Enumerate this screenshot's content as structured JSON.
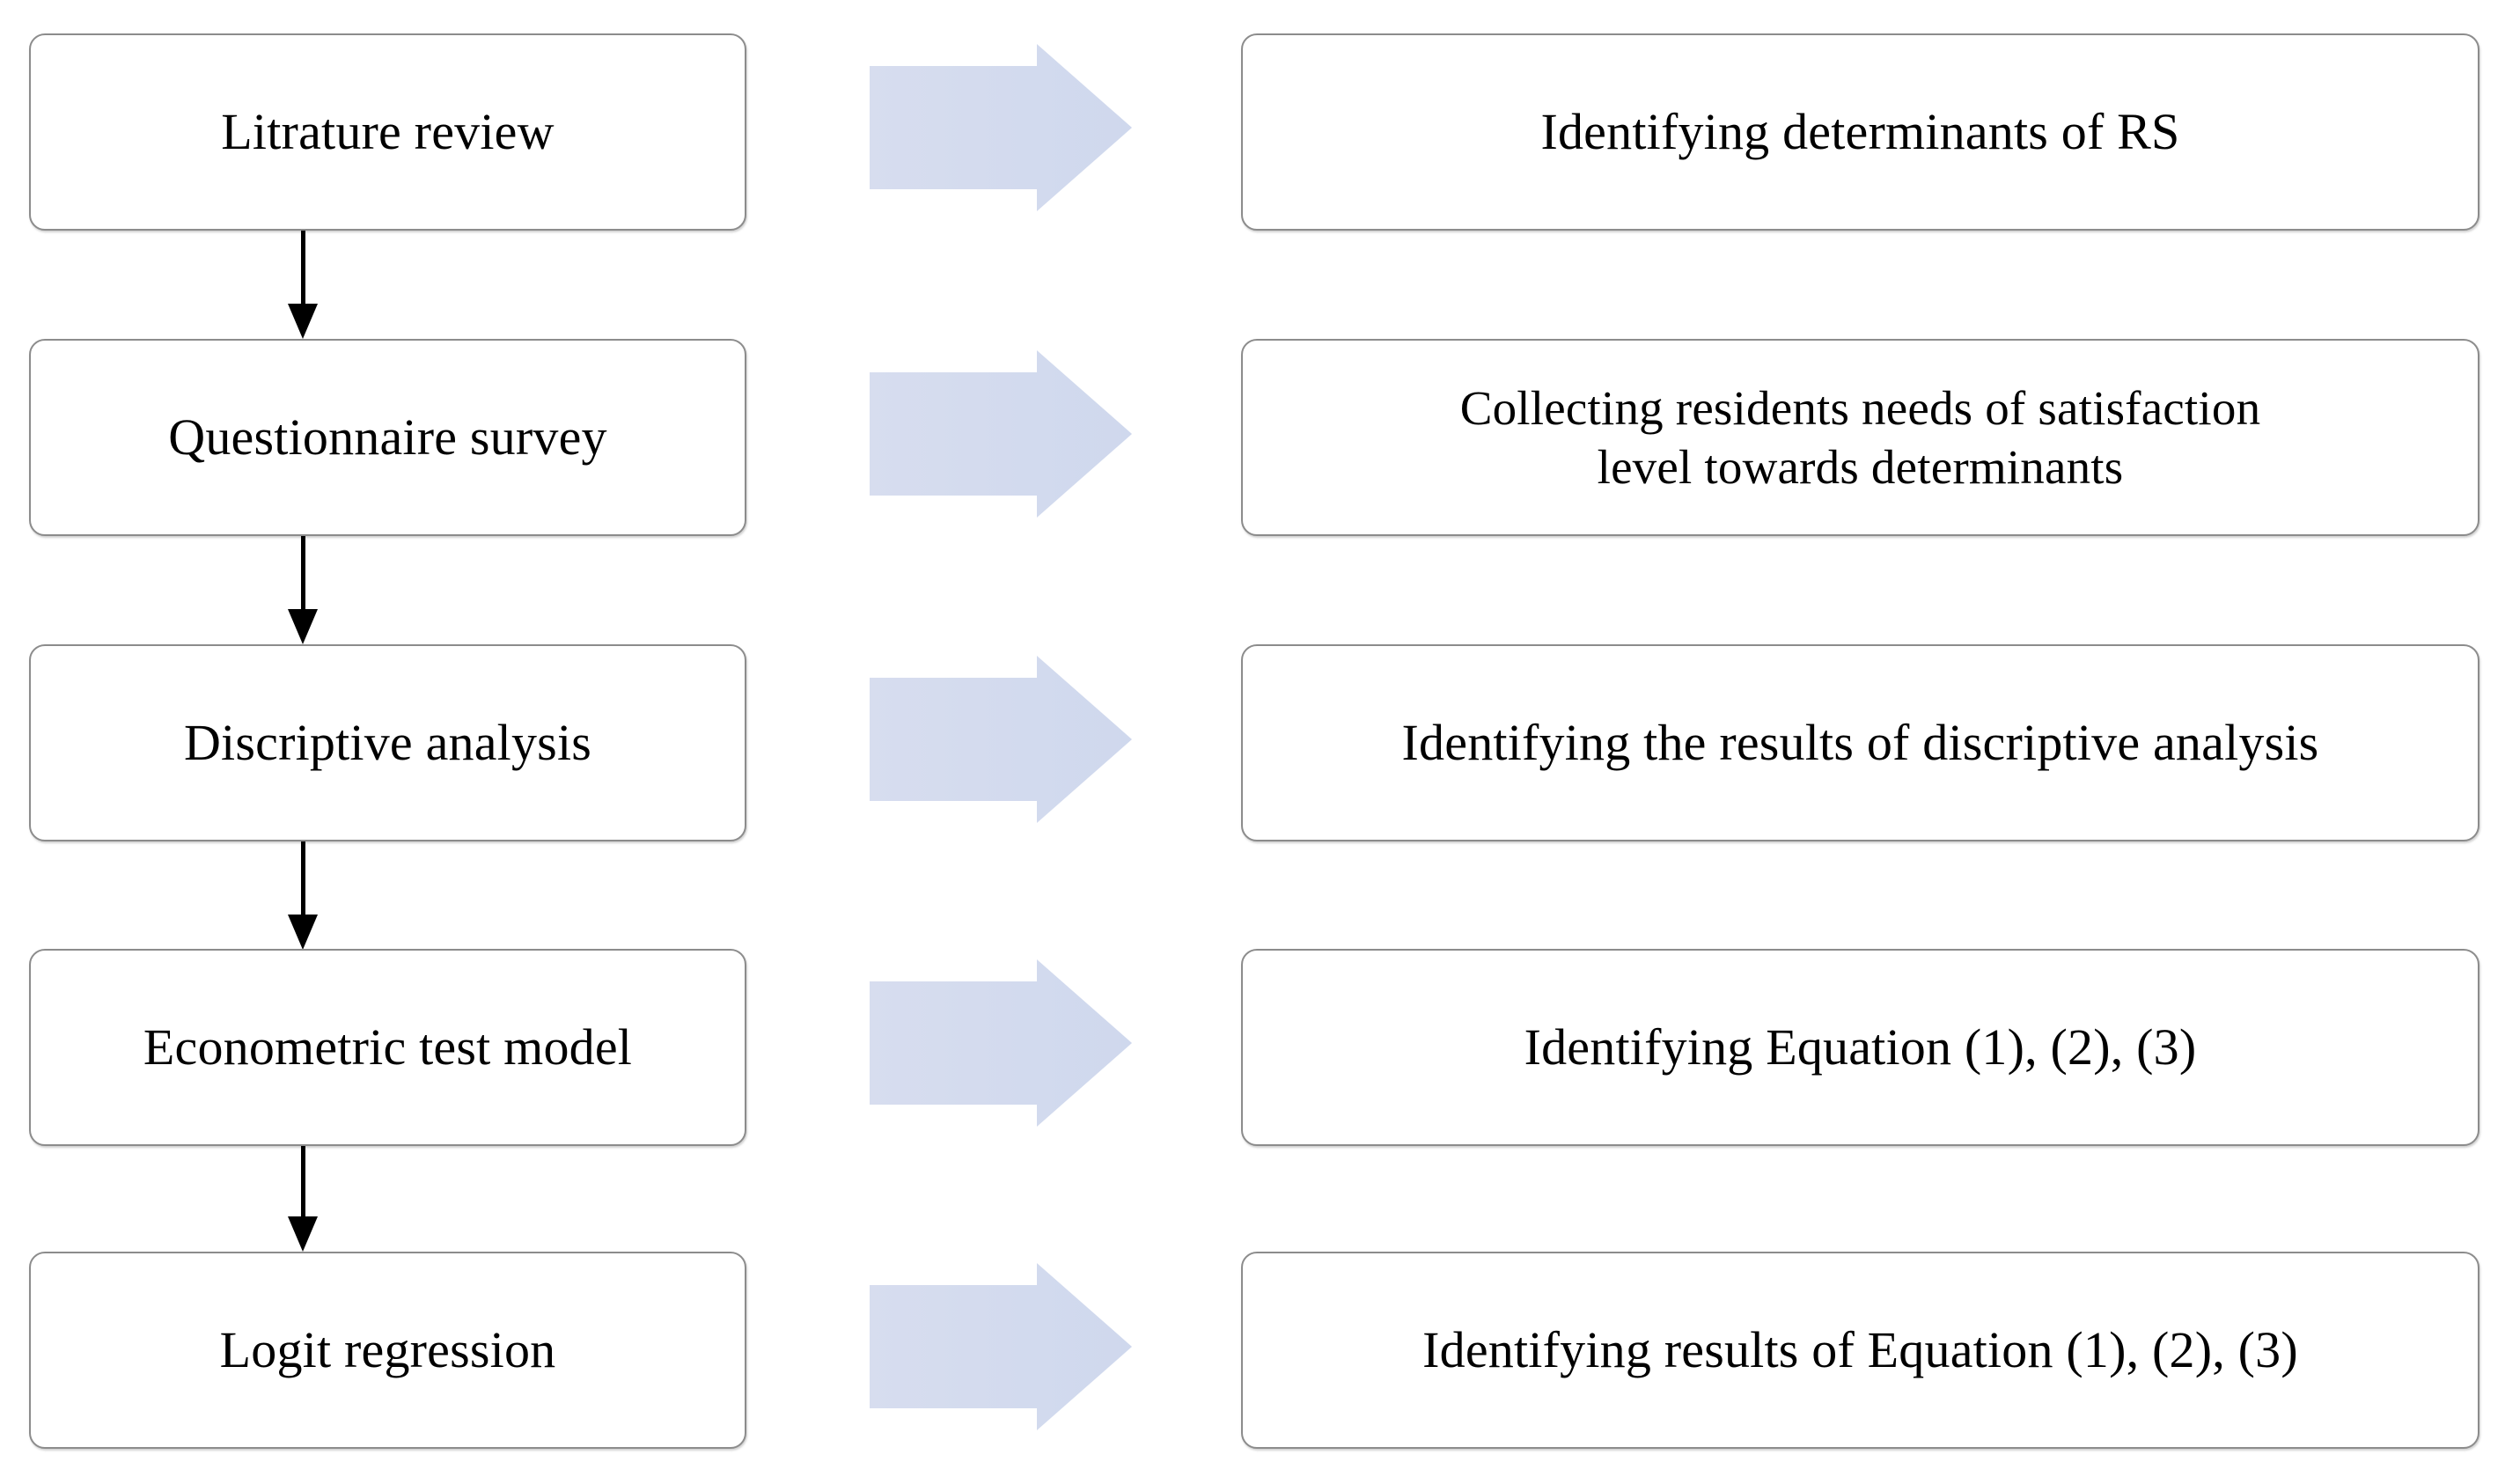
{
  "diagram": {
    "title": "Research methodology flowchart",
    "colors": {
      "box_border": "#8c8c8c",
      "box_fill": "#ffffff",
      "text": "#000000",
      "block_arrow_fill": "#d3dcef",
      "connector": "#000000",
      "background": "#ffffff"
    },
    "rows": [
      {
        "step": 1,
        "left_label": "Litrature review",
        "arrow_icon": "right-block-arrow",
        "right_label": "Identifying determinants of RS",
        "right_two_line": false
      },
      {
        "step": 2,
        "left_label": "Questionnaire survey",
        "arrow_icon": "right-block-arrow",
        "right_label": "Collecting residents needs of satisfaction\nlevel towards determinants",
        "right_two_line": true
      },
      {
        "step": 3,
        "left_label": "Discriptive analysis",
        "arrow_icon": "right-block-arrow",
        "right_label": "Identifying the results of discriptive analysis",
        "right_two_line": false
      },
      {
        "step": 4,
        "left_label": "Econometric test model",
        "arrow_icon": "right-block-arrow",
        "right_label": "Identifying Equation (1), (2), (3)",
        "right_two_line": false
      },
      {
        "step": 5,
        "left_label": "Logit regression",
        "arrow_icon": "right-block-arrow",
        "right_label": "Identifying results of Equation (1), (2), (3)",
        "right_two_line": false
      }
    ],
    "connectors": [
      {
        "from": "Litrature review",
        "to": "Questionnaire survey",
        "icon": "down-arrow-icon"
      },
      {
        "from": "Questionnaire survey",
        "to": "Discriptive analysis",
        "icon": "down-arrow-icon"
      },
      {
        "from": "Discriptive analysis",
        "to": "Econometric test model",
        "icon": "down-arrow-icon"
      },
      {
        "from": "Econometric test model",
        "to": "Logit regression",
        "icon": "down-arrow-icon"
      }
    ]
  }
}
